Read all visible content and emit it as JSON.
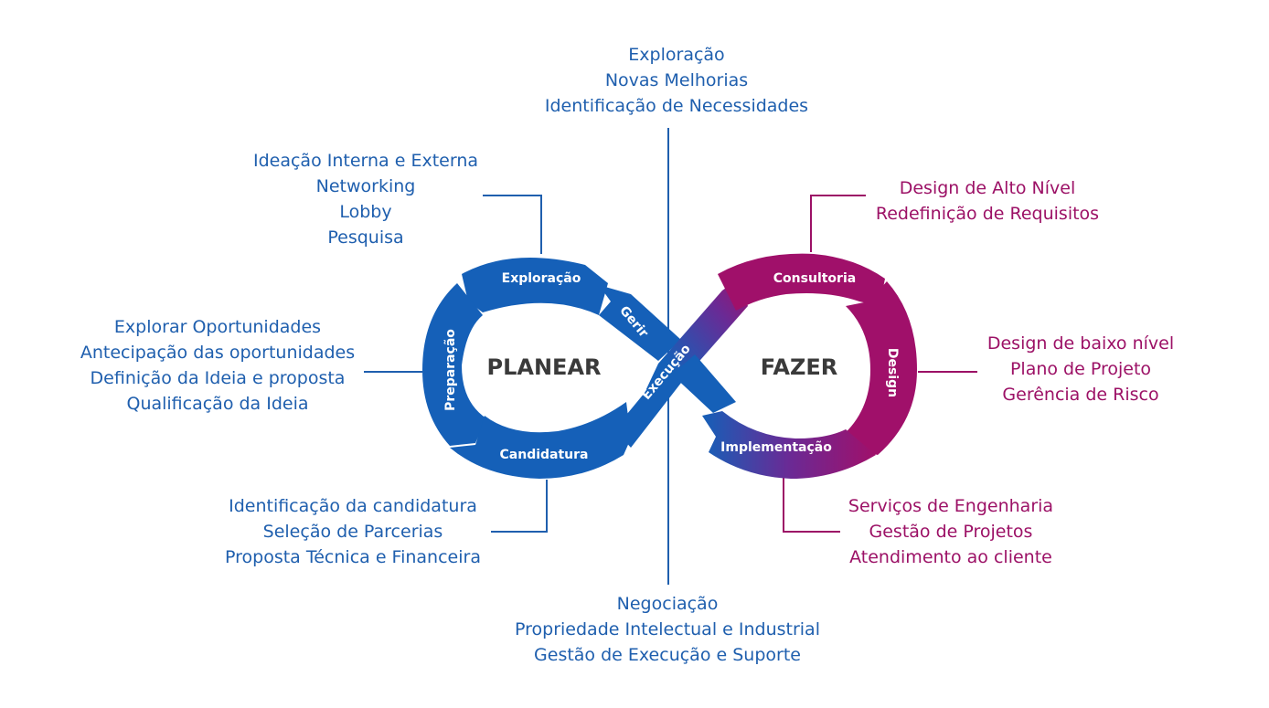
{
  "colors": {
    "plan": "#1560b8",
    "do": "#a0106a",
    "line_plan": "#1f5fae",
    "line_do": "#9c1166",
    "center_text": "#3a3a3a"
  },
  "centers": {
    "left": "PLANEAR",
    "right": "FAZER"
  },
  "segments": {
    "exploracao": "Exploração",
    "preparacao": "Preparação",
    "candidatura": "Candidatura",
    "gerir": "Gerir",
    "execucao": "Execução",
    "consultoria": "Consultoria",
    "design": "Design",
    "implementacao": "Implementação"
  },
  "annotations": {
    "top": [
      "Exploração",
      "Novas Melhorias",
      "Identificação de Necessidades"
    ],
    "exploracao": [
      "Ideação Interna e Externa",
      "Networking",
      "Lobby",
      "Pesquisa"
    ],
    "preparacao": [
      "Explorar Oportunidades",
      "Antecipação das oportunidades",
      "Definição da Ideia e proposta",
      "Qualificação da Ideia"
    ],
    "candidatura": [
      "Identificação da candidatura",
      "Seleção de Parcerias",
      "Proposta Técnica e Financeira"
    ],
    "bottom": [
      "Negociação",
      "Propriedade Intelectual e Industrial",
      "Gestão de Execução e Suporte"
    ],
    "consultoria": [
      "Design de Alto Nível",
      "Redefinição de Requisitos"
    ],
    "design": [
      "Design de baixo nível",
      "Plano de Projeto",
      "Gerência de Risco"
    ],
    "implementacao": [
      "Serviços de Engenharia",
      "Gestão de Projetos",
      "Atendimento ao cliente"
    ]
  }
}
